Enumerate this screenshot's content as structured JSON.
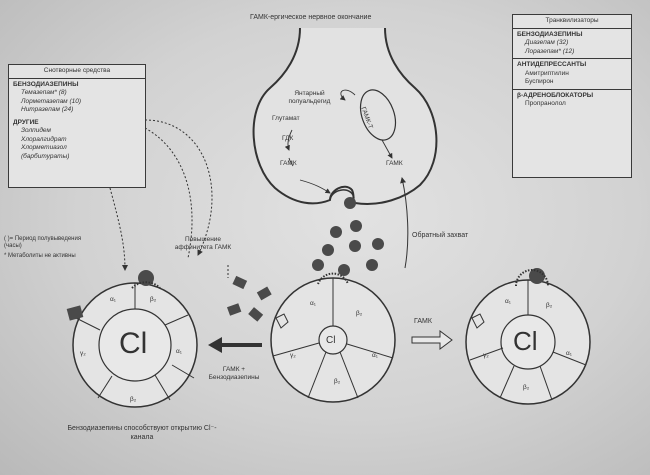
{
  "top_label": "ГАМК-ергическое нервное окончание",
  "terminal": {
    "vesicle_label": "Янтарный полуальдегид",
    "glutamate": "Глутамат",
    "gdk": "ГДК",
    "gaba_left": "ГАМК",
    "gaba_t": "ГАМК-Т",
    "gaba_right": "ГАМК"
  },
  "hypnotics": {
    "title": "Снотворные средства",
    "sections": [
      {
        "name": "БЕНЗОДИАЗЕПИНЫ",
        "items": [
          "Темазепам* (8)",
          "Лорметазепам (10)",
          "Нитразепам (24)"
        ]
      },
      {
        "name": "ДРУГИЕ",
        "items": [
          "Золпидем",
          "Хлоралгидрат",
          "Хлорметиазол",
          "(барбитураты)"
        ]
      }
    ]
  },
  "tranquilizers": {
    "title": "Транквилизаторы",
    "sections": [
      {
        "name": "БЕНЗОДИАЗЕПИНЫ",
        "items": [
          "Диазепам (32)",
          "Лоразепам* (12)"
        ]
      },
      {
        "name": "АНТИДЕПРЕССАНТЫ",
        "items": [
          "Амитриптилин",
          "Буспирон"
        ]
      },
      {
        "name": "β-АДРЕНОБЛОКАТОРЫ",
        "items": [
          "Пропранолол"
        ]
      }
    ]
  },
  "legend": {
    "line1": "( )= Период полувыведения (часы)",
    "line2": "* Метаболиты не активны"
  },
  "affinity_label": "Повышение аффинитета ГАМК",
  "reuptake_label": "Обратный захват",
  "gaba_arrow_label": "ГАМК",
  "gaba_bzd_label": "ГАМК + Бензодиазепины",
  "bottom_caption": "Бензодиазепины способствуют открытию Cl⁻-канала",
  "receptor": {
    "cl": "Cl",
    "a1": "α₁",
    "b2": "β₂",
    "g2": "γ₂",
    "b2b": "β₂",
    "a1b": "α₁"
  }
}
